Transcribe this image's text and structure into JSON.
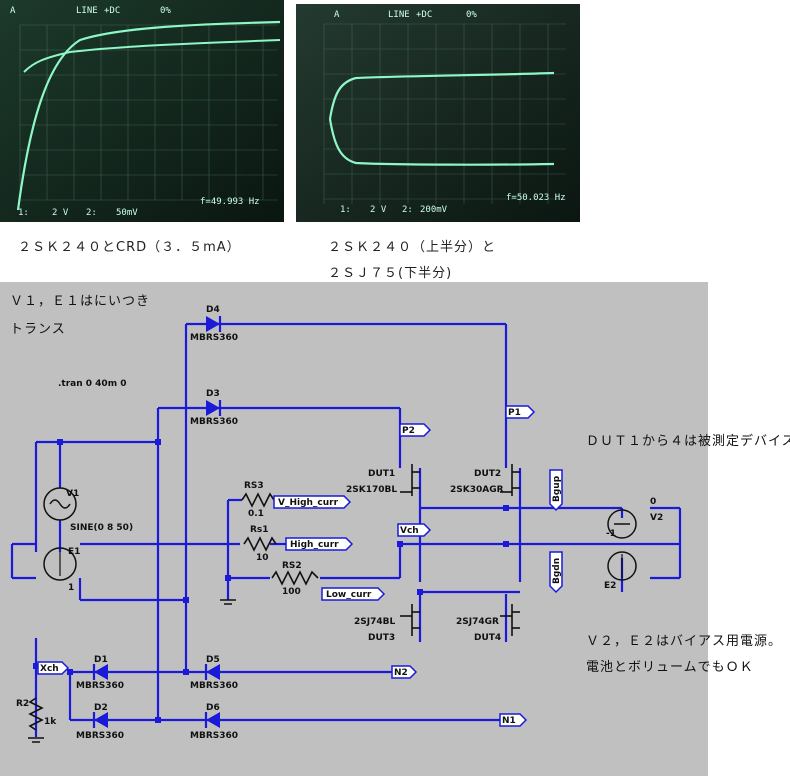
{
  "scope1": {
    "top_labels": [
      "A",
      "LINE",
      "+DC",
      "0%"
    ],
    "bottom_left": "1:",
    "ch1": "2 V",
    "ch2_label": "2:",
    "ch2": "50mV",
    "freq": "f=49.993 Hz"
  },
  "scope2": {
    "top_labels": [
      "A",
      "LINE",
      "+DC",
      "0%"
    ],
    "bottom_left": "1:",
    "ch1": "2 V",
    "ch2_label": "2:",
    "ch2": "200mV",
    "freq": "f=50.023 Hz"
  },
  "captions": {
    "left": "２ＳＫ２４０とCRD（３．５mA）",
    "right_line1": "２ＳＫ２４０（上半分）と",
    "right_line2": "２ＳＪ７５(下半分)"
  },
  "notes": {
    "v1_line1": "Ｖ１，Ｅ１はにいつき",
    "v1_line2": "トランス",
    "dut": "ＤＵＴ１から４は被測定デバイス",
    "v2_line1": "Ｖ２，Ｅ２はバイアス用電源。",
    "v2_line2": "電池とボリュームでもＯＫ"
  },
  "schematic": {
    "tran": ".tran 0 40m 0",
    "d1": "D1",
    "d1_part": "MBRS360",
    "d2": "D2",
    "d2_part": "MBRS360",
    "d3": "D3",
    "d3_part": "MBRS360",
    "d4": "D4",
    "d4_part": "MBRS360",
    "d5": "D5",
    "d5_part": "MBRS360",
    "d6": "D6",
    "d6_part": "MBRS360",
    "v1": "V1",
    "v1_val": "SINE(0 8 50)",
    "e1": "E1",
    "e1_val": "1",
    "e2": "E2",
    "v2": "V2",
    "v2_val": "0",
    "v2_neg": "-1",
    "rs3": "RS3",
    "rs3_val": "0.1",
    "rs1": "Rs1",
    "rs1_val": "10",
    "rs2": "RS2",
    "rs2_val": "100",
    "r2": "R2",
    "r2_val": "1k",
    "dut1": "DUT1",
    "dut1_part": "2SK170BL",
    "dut2": "DUT2",
    "dut2_part": "2SK30AGR",
    "dut3": "DUT3",
    "dut3_part": "2SJ74BL",
    "dut4": "DUT4",
    "dut4_part": "2SJ74GR",
    "flag_p1": "P1",
    "flag_p2": "P2",
    "flag_n1": "N1",
    "flag_n2": "N2",
    "flag_vch": "Vch",
    "flag_xch": "Xch",
    "flag_vhigh": "V_High_curr",
    "flag_high": "High_curr",
    "flag_low": "Low_curr",
    "flag_bgup": "Bgup",
    "flag_bgdn": "Bgdn"
  }
}
